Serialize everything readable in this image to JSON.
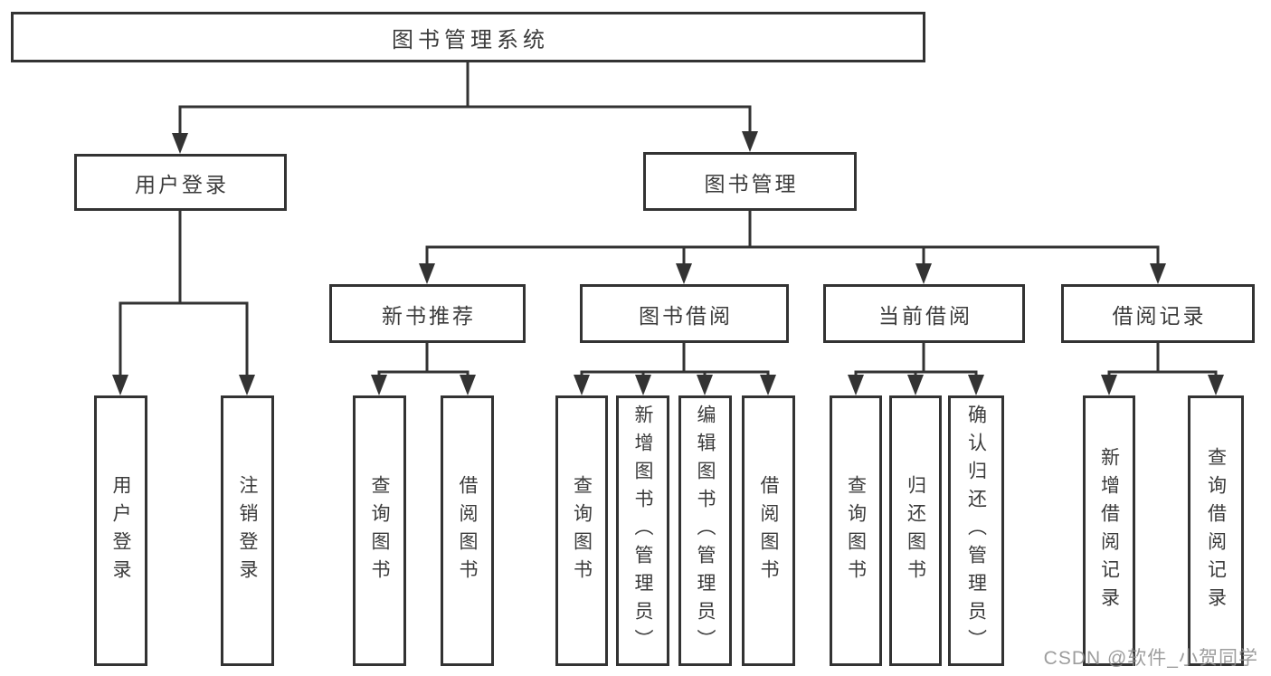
{
  "diagram": {
    "root": {
      "label": "图书管理系统"
    },
    "branches": [
      {
        "label": "用户登录",
        "children": [
          {
            "label": "用户登录"
          },
          {
            "label": "注销登录"
          }
        ]
      },
      {
        "label": "图书管理",
        "children": [
          {
            "label": "新书推荐",
            "children": [
              {
                "label": "查询图书"
              },
              {
                "label": "借阅图书"
              }
            ]
          },
          {
            "label": "图书借阅",
            "children": [
              {
                "label": "查询图书"
              },
              {
                "label": "新增图书（管理员）"
              },
              {
                "label": "编辑图书（管理员）"
              },
              {
                "label": "借阅图书"
              }
            ]
          },
          {
            "label": "当前借阅",
            "children": [
              {
                "label": "查询图书"
              },
              {
                "label": "归还图书"
              },
              {
                "label": "确认归还（管理员）"
              }
            ]
          },
          {
            "label": "借阅记录",
            "children": [
              {
                "label": "新增借阅记录"
              },
              {
                "label": "查询借阅记录"
              }
            ]
          }
        ]
      }
    ]
  },
  "watermark": {
    "text": "CSDN @软件_小贺同学"
  },
  "colors": {
    "line": "#333333",
    "box_border": "#333333",
    "box_background": "#ffffff",
    "text": "#3b3b3b",
    "watermark": "#8c8c8c"
  }
}
